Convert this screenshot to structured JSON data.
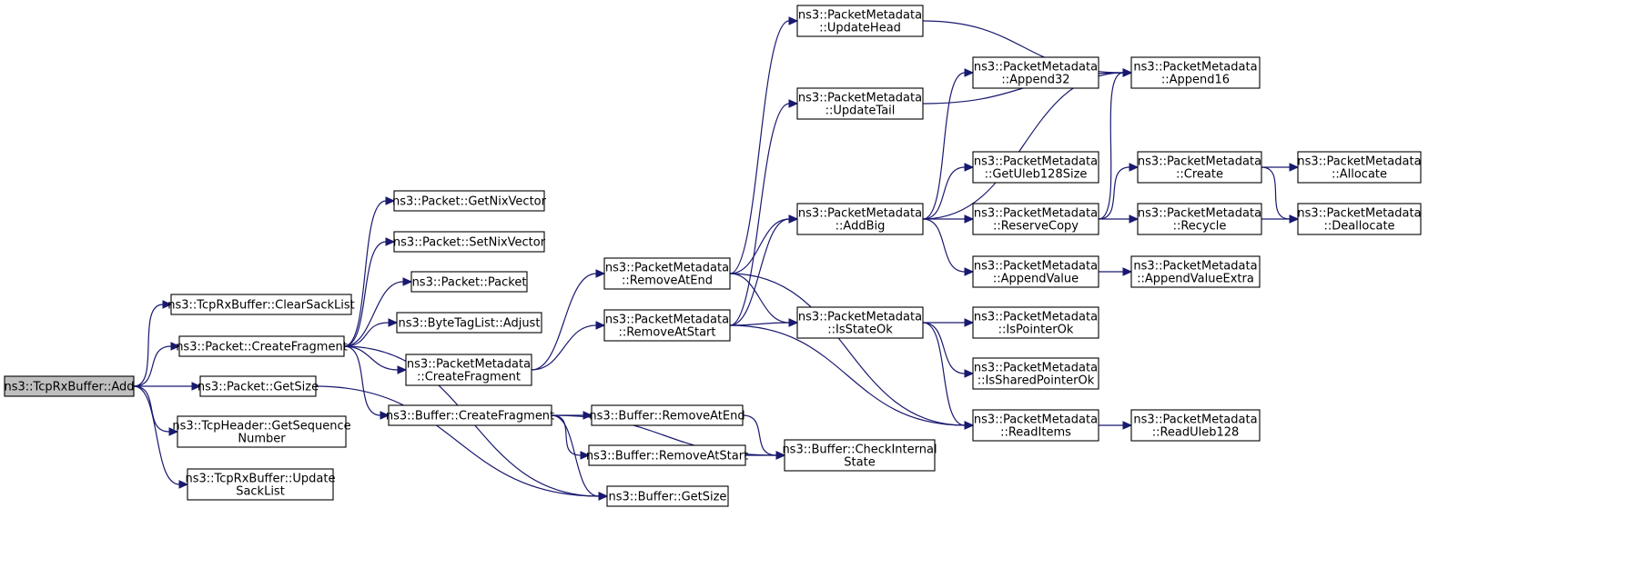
{
  "nodes": [
    {
      "id": "add",
      "lines": [
        "ns3::TcpRxBuffer::Add"
      ],
      "root": true
    },
    {
      "id": "clearsack",
      "lines": [
        "ns3::TcpRxBuffer::ClearSackList"
      ]
    },
    {
      "id": "pcf",
      "lines": [
        "ns3::Packet::CreateFragment"
      ]
    },
    {
      "id": "pgetsize",
      "lines": [
        "ns3::Packet::GetSize"
      ]
    },
    {
      "id": "tcpseq",
      "lines": [
        "ns3::TcpHeader::GetSequence",
        "Number"
      ]
    },
    {
      "id": "updsack",
      "lines": [
        "ns3::TcpRxBuffer::Update",
        "SackList"
      ]
    },
    {
      "id": "getnix",
      "lines": [
        "ns3::Packet::GetNixVector"
      ]
    },
    {
      "id": "setnix",
      "lines": [
        "ns3::Packet::SetNixVector"
      ]
    },
    {
      "id": "ppacket",
      "lines": [
        "ns3::Packet::Packet"
      ]
    },
    {
      "id": "btladj",
      "lines": [
        "ns3::ByteTagList::Adjust"
      ]
    },
    {
      "id": "pmcf",
      "lines": [
        "ns3::PacketMetadata",
        "::CreateFragment"
      ]
    },
    {
      "id": "bcf",
      "lines": [
        "ns3::Buffer::CreateFragment"
      ]
    },
    {
      "id": "pmrae",
      "lines": [
        "ns3::PacketMetadata",
        "::RemoveAtEnd"
      ]
    },
    {
      "id": "pmras",
      "lines": [
        "ns3::PacketMetadata",
        "::RemoveAtStart"
      ]
    },
    {
      "id": "brae",
      "lines": [
        "ns3::Buffer::RemoveAtEnd"
      ]
    },
    {
      "id": "bras",
      "lines": [
        "ns3::Buffer::RemoveAtStart"
      ]
    },
    {
      "id": "bgs",
      "lines": [
        "ns3::Buffer::GetSize"
      ]
    },
    {
      "id": "bcis",
      "lines": [
        "ns3::Buffer::CheckInternal",
        "State"
      ]
    },
    {
      "id": "pmuh",
      "lines": [
        "ns3::PacketMetadata",
        "::UpdateHead"
      ]
    },
    {
      "id": "pmut",
      "lines": [
        "ns3::PacketMetadata",
        "::UpdateTail"
      ]
    },
    {
      "id": "pmab",
      "lines": [
        "ns3::PacketMetadata",
        "::AddBig"
      ]
    },
    {
      "id": "pmiso",
      "lines": [
        "ns3::PacketMetadata",
        "::IsStateOk"
      ]
    },
    {
      "id": "pma32",
      "lines": [
        "ns3::PacketMetadata",
        "::Append32"
      ]
    },
    {
      "id": "pmgus",
      "lines": [
        "ns3::PacketMetadata",
        "::GetUleb128Size"
      ]
    },
    {
      "id": "pmrc",
      "lines": [
        "ns3::PacketMetadata",
        "::ReserveCopy"
      ]
    },
    {
      "id": "pmav",
      "lines": [
        "ns3::PacketMetadata",
        "::AppendValue"
      ]
    },
    {
      "id": "pmipo",
      "lines": [
        "ns3::PacketMetadata",
        "::IsPointerOk"
      ]
    },
    {
      "id": "pmispo",
      "lines": [
        "ns3::PacketMetadata",
        "::IsSharedPointerOk"
      ]
    },
    {
      "id": "pmri",
      "lines": [
        "ns3::PacketMetadata",
        "::ReadItems"
      ]
    },
    {
      "id": "pma16",
      "lines": [
        "ns3::PacketMetadata",
        "::Append16"
      ]
    },
    {
      "id": "pmcreate",
      "lines": [
        "ns3::PacketMetadata",
        "::Create"
      ]
    },
    {
      "id": "pmrecycle",
      "lines": [
        "ns3::PacketMetadata",
        "::Recycle"
      ]
    },
    {
      "id": "pmave",
      "lines": [
        "ns3::PacketMetadata",
        "::AppendValueExtra"
      ]
    },
    {
      "id": "pmru",
      "lines": [
        "ns3::PacketMetadata",
        "::ReadUleb128"
      ]
    },
    {
      "id": "pmalloc",
      "lines": [
        "ns3::PacketMetadata",
        "::Allocate"
      ]
    },
    {
      "id": "pmdealloc",
      "lines": [
        "ns3::PacketMetadata",
        "::Deallocate"
      ]
    }
  ],
  "edges": [
    [
      "add",
      "clearsack"
    ],
    [
      "add",
      "pcf"
    ],
    [
      "add",
      "pgetsize"
    ],
    [
      "add",
      "tcpseq"
    ],
    [
      "add",
      "updsack"
    ],
    [
      "pcf",
      "getnix"
    ],
    [
      "pcf",
      "setnix"
    ],
    [
      "pcf",
      "ppacket"
    ],
    [
      "pcf",
      "btladj"
    ],
    [
      "pcf",
      "pmcf"
    ],
    [
      "pcf",
      "bcf"
    ],
    [
      "pcf",
      "bgs"
    ],
    [
      "pgetsize",
      "bgs"
    ],
    [
      "pmcf",
      "pmrae"
    ],
    [
      "pmcf",
      "pmras"
    ],
    [
      "bcf",
      "brae"
    ],
    [
      "bcf",
      "bras"
    ],
    [
      "bcf",
      "bgs"
    ],
    [
      "bcf",
      "bcis"
    ],
    [
      "brae",
      "bcis"
    ],
    [
      "bras",
      "bcis"
    ],
    [
      "pmrae",
      "pmuh"
    ],
    [
      "pmrae",
      "pmab"
    ],
    [
      "pmrae",
      "pmiso"
    ],
    [
      "pmrae",
      "pmri"
    ],
    [
      "pmras",
      "pmut"
    ],
    [
      "pmras",
      "pmab"
    ],
    [
      "pmras",
      "pmiso"
    ],
    [
      "pmras",
      "pmri"
    ],
    [
      "pmuh",
      "pma16"
    ],
    [
      "pmut",
      "pma16"
    ],
    [
      "pmab",
      "pma32"
    ],
    [
      "pmab",
      "pma16"
    ],
    [
      "pmab",
      "pmgus"
    ],
    [
      "pmab",
      "pmrc"
    ],
    [
      "pmab",
      "pmav"
    ],
    [
      "pmiso",
      "pmipo"
    ],
    [
      "pmiso",
      "pmispo"
    ],
    [
      "pmiso",
      "pmri"
    ],
    [
      "pmrc",
      "pma16"
    ],
    [
      "pmrc",
      "pmcreate"
    ],
    [
      "pmrc",
      "pmrecycle"
    ],
    [
      "pmav",
      "pmave"
    ],
    [
      "pmri",
      "pmru"
    ],
    [
      "pmcreate",
      "pmalloc"
    ],
    [
      "pmcreate",
      "pmdealloc"
    ],
    [
      "pmrecycle",
      "pmdealloc"
    ]
  ]
}
